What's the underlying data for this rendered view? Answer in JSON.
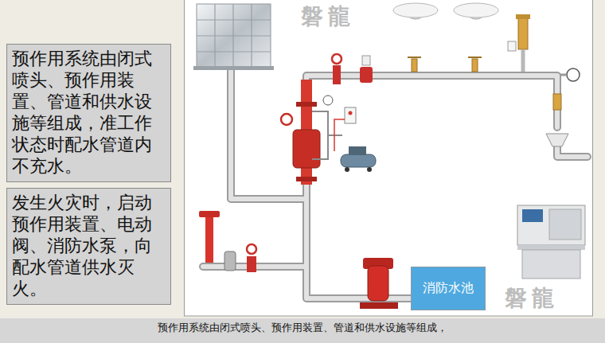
{
  "diagram": {
    "caption": "预作用系统由闭式喷头、预作用装置、管道和供水设施等组成，",
    "nodes": [
      {
        "text": [
          "预作用系统由闭式喷头、预作用装置、管道和供水设施等组成，准工作状态时配水管道内不充水。"
        ]
      },
      {
        "text": [
          "发生火灾时，启动预作用装置、电动阀、消防水泵，向配水管道供水灭火。"
        ]
      },
      {
        "text": [
          "消防水池"
        ]
      }
    ],
    "labels": [
      "磐龍",
      "磐龍"
    ]
  }
}
